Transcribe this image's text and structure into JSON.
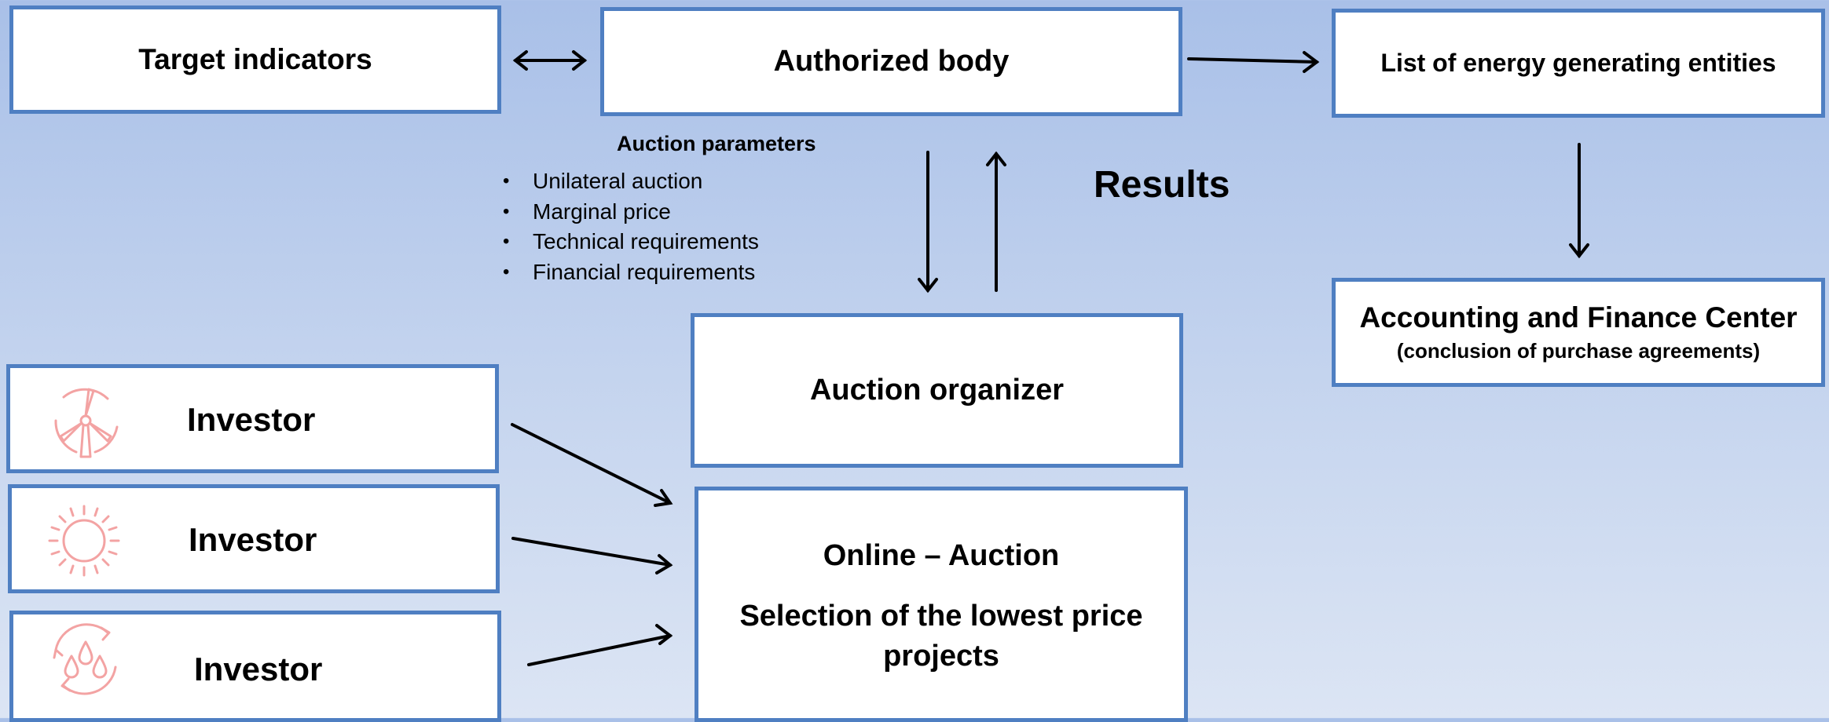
{
  "nodes": {
    "target_indicators": "Target indicators",
    "authorized_body": "Authorized body",
    "energy_entities": "List of energy generating entities",
    "accounting_center": {
      "title": "Accounting and Finance Center",
      "subtitle": "(conclusion of purchase agreements)"
    },
    "auction_organizer": "Auction organizer",
    "online_auction": {
      "line1": "Online – Auction",
      "line2": "Selection of the lowest price projects"
    }
  },
  "auction_parameters": {
    "title": "Auction parameters",
    "items": [
      "Unilateral auction",
      "Marginal price",
      "Technical requirements",
      "Financial requirements"
    ]
  },
  "results_label": "Results",
  "investors": [
    {
      "label": "Investor",
      "icon": "wind-turbine-icon"
    },
    {
      "label": "Investor",
      "icon": "sun-icon"
    },
    {
      "label": "Investor",
      "icon": "water-cycle-icon"
    }
  ],
  "colors": {
    "box_border": "#4f7fc2",
    "box_fill": "#ffffff",
    "icon_color": "#f3a3a3",
    "arrow_color": "#000000"
  }
}
